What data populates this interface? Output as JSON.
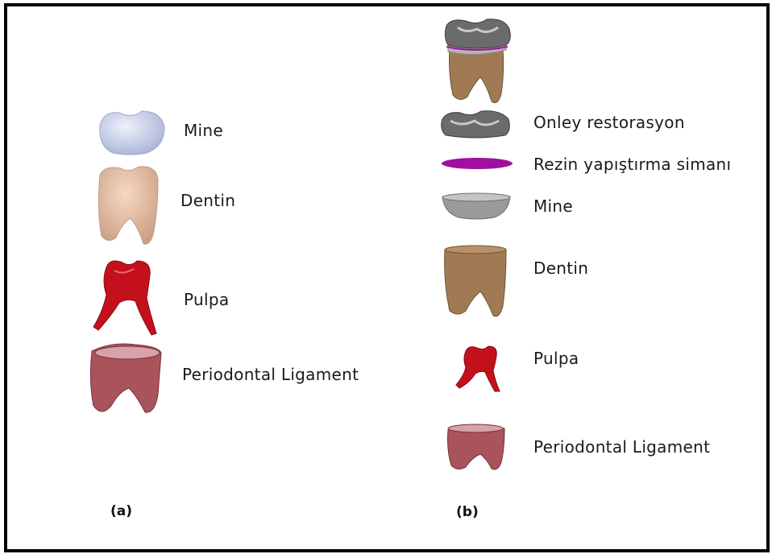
{
  "panel_a": {
    "items": [
      {
        "label": "Mine"
      },
      {
        "label": "Dentin"
      },
      {
        "label": "Pulpa"
      },
      {
        "label": "Periodontal  Ligament"
      }
    ],
    "caption": "(a)"
  },
  "panel_b": {
    "items": [
      {
        "label": "Onley restorasyon"
      },
      {
        "label": "Rezin yapıştırma simanı"
      },
      {
        "label": "Mine"
      },
      {
        "label": "Dentin"
      },
      {
        "label": "Pulpa"
      },
      {
        "label": "Periodontal  Ligament"
      }
    ],
    "caption": "(b)"
  },
  "colors": {
    "enamel_a": "#c9d2ee",
    "dentin_a": "#e8bfa4",
    "pulp": "#c4101c",
    "ligament": "#a9545c",
    "onlay": "#6b6b6b",
    "cement": "#a0109e",
    "enamel_b": "#9a9a9a",
    "dentin_b": "#a07a52",
    "border": "#000000"
  }
}
